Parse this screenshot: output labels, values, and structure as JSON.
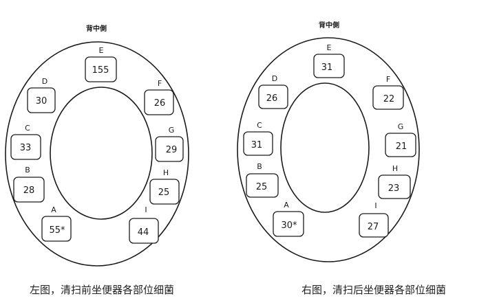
{
  "diagrams": [
    {
      "back_label": "背中側",
      "caption": "左图，清扫前坐便器各部位细菌",
      "zones": [
        {
          "letter": "E",
          "count": "155"
        },
        {
          "letter": "D",
          "count": "30"
        },
        {
          "letter": "F",
          "count": "26"
        },
        {
          "letter": "C",
          "count": "33"
        },
        {
          "letter": "G",
          "count": "29"
        },
        {
          "letter": "B",
          "count": "28"
        },
        {
          "letter": "H",
          "count": "25"
        },
        {
          "letter": "A",
          "count": "55*"
        },
        {
          "letter": "I",
          "count": "44"
        }
      ]
    },
    {
      "back_label": "背中側",
      "caption": "右图，清扫后坐便器各部位细菌",
      "zones": [
        {
          "letter": "E",
          "count": "31"
        },
        {
          "letter": "D",
          "count": "26"
        },
        {
          "letter": "F",
          "count": "22"
        },
        {
          "letter": "C",
          "count": "31"
        },
        {
          "letter": "G",
          "count": "21"
        },
        {
          "letter": "B",
          "count": "25"
        },
        {
          "letter": "H",
          "count": "23"
        },
        {
          "letter": "A",
          "count": "30*"
        },
        {
          "letter": "I",
          "count": "27"
        }
      ]
    }
  ]
}
